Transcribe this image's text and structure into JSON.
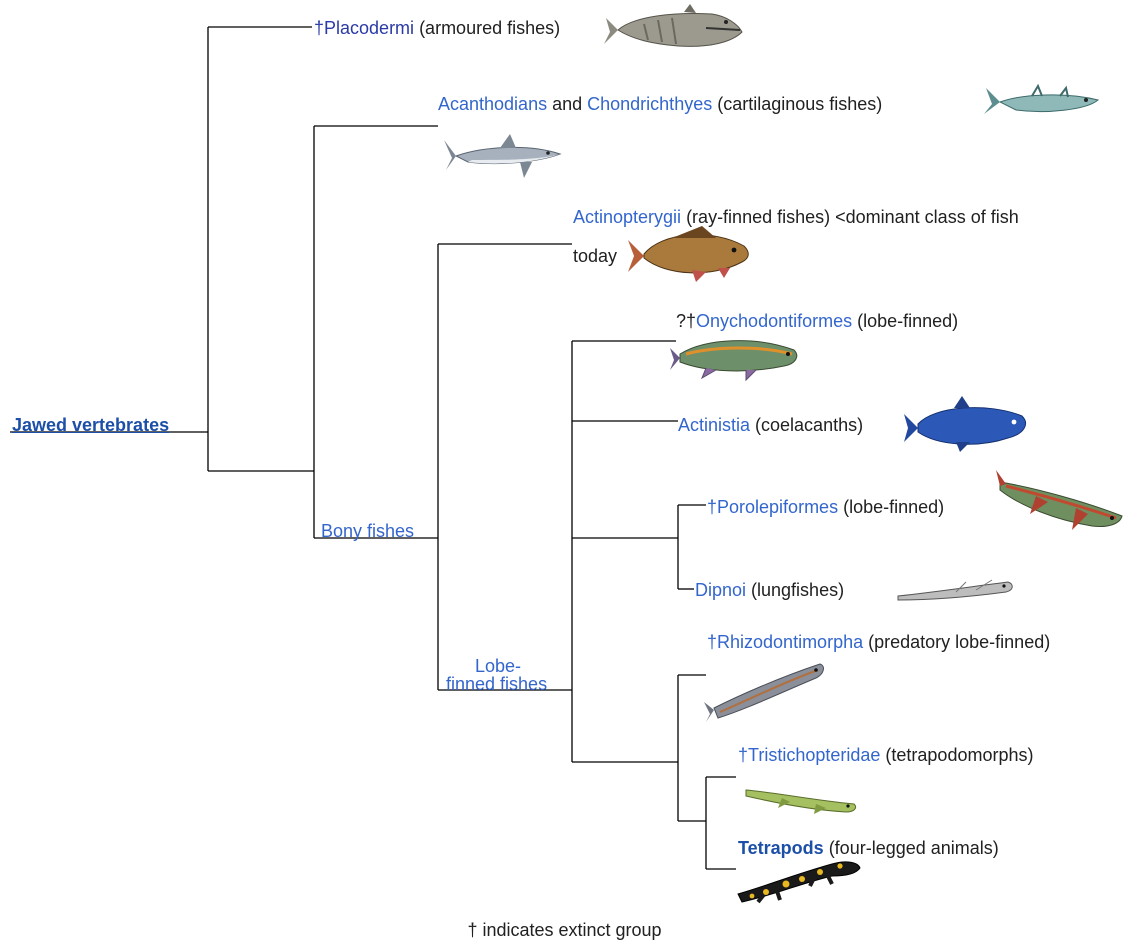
{
  "colors": {
    "link": "#3366cc",
    "visited_link": "#2a3aa6",
    "text": "#202122",
    "line": "#000000"
  },
  "root": {
    "label": "Jawed vertebrates"
  },
  "clades": {
    "bony_fishes": "Bony fishes",
    "lobe_finned_line1": "Lobe-",
    "lobe_finned_line2": "finned fishes"
  },
  "taxa": {
    "placodermi": {
      "dagger": "†",
      "name": "Placodermi",
      "desc": " (armoured fishes)"
    },
    "cartilaginous": {
      "name1": "Acanthodians",
      "joiner": " and ",
      "name2": "Chondrichthyes",
      "desc": " (cartilaginous fishes)"
    },
    "actinopterygii": {
      "name": "Actinopterygii",
      "desc": " (ray-finned fishes) <dominant class of fish",
      "desc2": "today"
    },
    "onychodontiformes": {
      "prefix": "?†",
      "name": "Onychodontiformes",
      "desc": " (lobe-finned)"
    },
    "actinistia": {
      "name": "Actinistia",
      "desc": " (coelacanths)"
    },
    "porolepiformes": {
      "dagger": "†",
      "name": "Porolepiformes",
      "desc": " (lobe-finned)"
    },
    "dipnoi": {
      "name": "Dipnoi",
      "desc": " (lungfishes)"
    },
    "rhizodontimorpha": {
      "dagger": "†",
      "name": "Rhizodontimorpha",
      "desc": " (predatory lobe-finned)"
    },
    "tristichopteridae": {
      "dagger": "†",
      "name": "Tristichopteridae",
      "desc": " (tetrapodomorphs)"
    },
    "tetrapods": {
      "name": "Tetrapods",
      "desc": " (four-legged animals)"
    }
  },
  "footnote": "† indicates extinct group"
}
